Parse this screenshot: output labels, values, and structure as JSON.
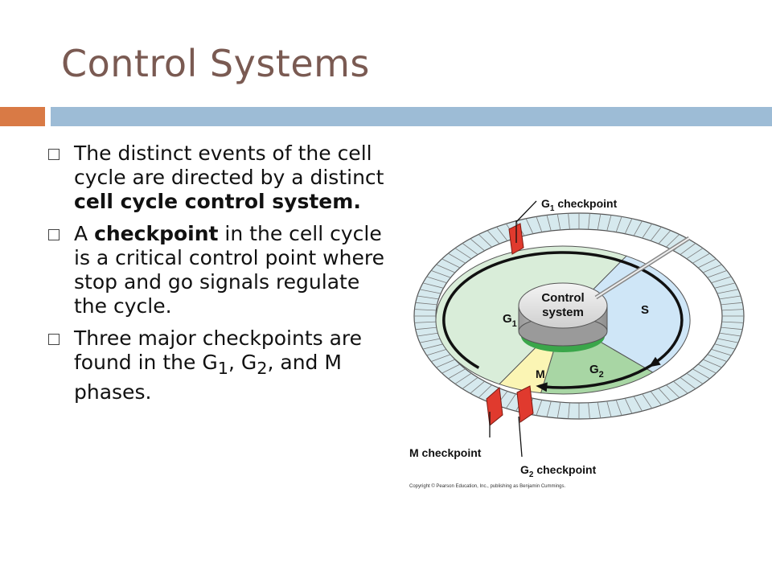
{
  "slide": {
    "title": "Control Systems",
    "bullets": [
      {
        "p1": "The distinct events of the cell cycle are directed by a distinct ",
        "b1": "cell cycle control system.",
        "p2": ""
      },
      {
        "p1": "A ",
        "b1": "checkpoint",
        "p2": " in the cell cycle is a critical control point where stop and go signals regulate the cycle."
      },
      {
        "p1": "Three major checkpoints are found in the G",
        "sub1": "1",
        "p2": ", G",
        "sub2": "2",
        "p3": ", and M phases."
      }
    ]
  },
  "diagram": {
    "g1_checkpoint_label": "G",
    "g1_checkpoint_sub": "1",
    "g1_checkpoint_rest": " checkpoint",
    "control_line1": "Control",
    "control_line2": "system",
    "g1_label": "G",
    "g1_sub": "1",
    "s_label": "S",
    "g2_label": "G",
    "g2_sub": "2",
    "m_label": "M",
    "m_checkpoint_label": "M checkpoint",
    "g2_checkpoint_label": "G",
    "g2_checkpoint_sub": "2",
    "g2_checkpoint_rest": " checkpoint",
    "copyright": "Copyright © Pearson Education, Inc., publishing as Benjamin Cummings.",
    "colors": {
      "g1": "#d9edd9",
      "s": "#cfe6f7",
      "g2": "#a8d6a4",
      "m": "#fbf5b4",
      "ring_green": "#cfeadb",
      "ring_blue": "#d4e8f5",
      "checkpoint": "#e03a2e"
    }
  }
}
